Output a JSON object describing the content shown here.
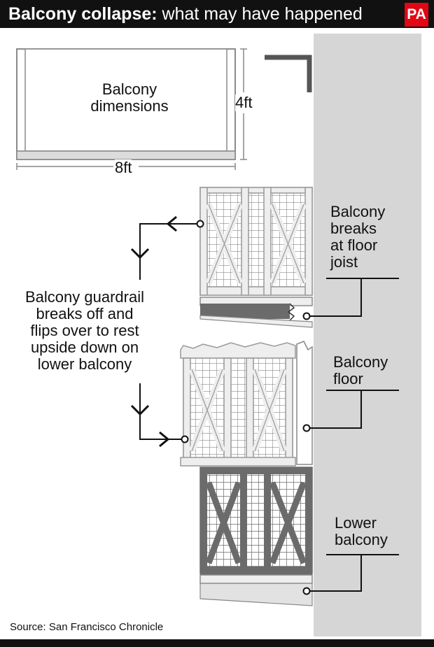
{
  "header": {
    "title_bold": "Balcony collapse:",
    "title_rest": " what may have happened",
    "logo_text": "PA",
    "logo_color": "#e30613"
  },
  "dimensions": {
    "label": "Balcony\ndimensions",
    "depth": "4ft",
    "width": "8ft"
  },
  "labels": {
    "breaks_joist": "Balcony\nbreaks\nat floor\njoist",
    "guardrail": "Balcony guardrail\nbreaks off and\nflips over to rest\nupside down on\nlower balcony",
    "floor": "Balcony\nfloor",
    "lower": "Lower\nbalcony"
  },
  "source": "Source: San Francisco Chronicle",
  "colors": {
    "wall": "#d6d6d6",
    "dark_rail": "#6b6b6b",
    "light_rail": "#eeeeee"
  }
}
